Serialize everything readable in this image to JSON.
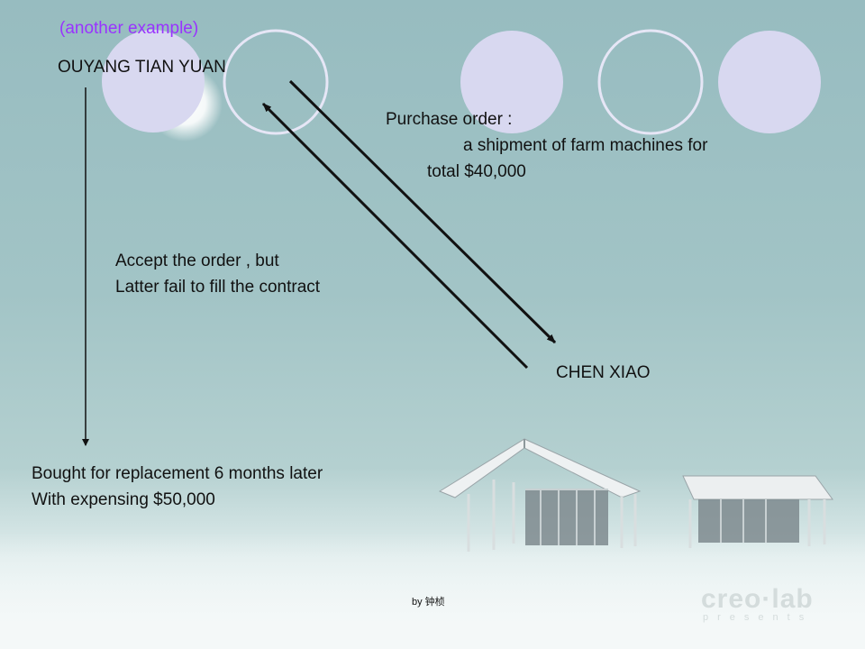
{
  "slide": {
    "subtitle": "(another example)",
    "party_a": "OUYANG TIAN YUAN",
    "party_b": "CHEN XIAO",
    "purchase_order": {
      "heading": "Purchase order :",
      "detail_line_1": "a shipment of farm machines for",
      "detail_line_2": "total $40,000"
    },
    "reply": {
      "line_1": "Accept the order , but",
      "line_2": "Latter fail to fill the contract"
    },
    "result": {
      "line_1": "Bought for replacement 6 months later",
      "line_2": "With expensing $50,000"
    },
    "credit": "by 钟桢",
    "logo": {
      "brand": "creo·lab",
      "tagline": "presents"
    }
  },
  "colors": {
    "background_top": "#97bcc0",
    "circle_fill": "#d8d8f0",
    "accent_text": "#9933ff",
    "arrow": "#111111"
  }
}
